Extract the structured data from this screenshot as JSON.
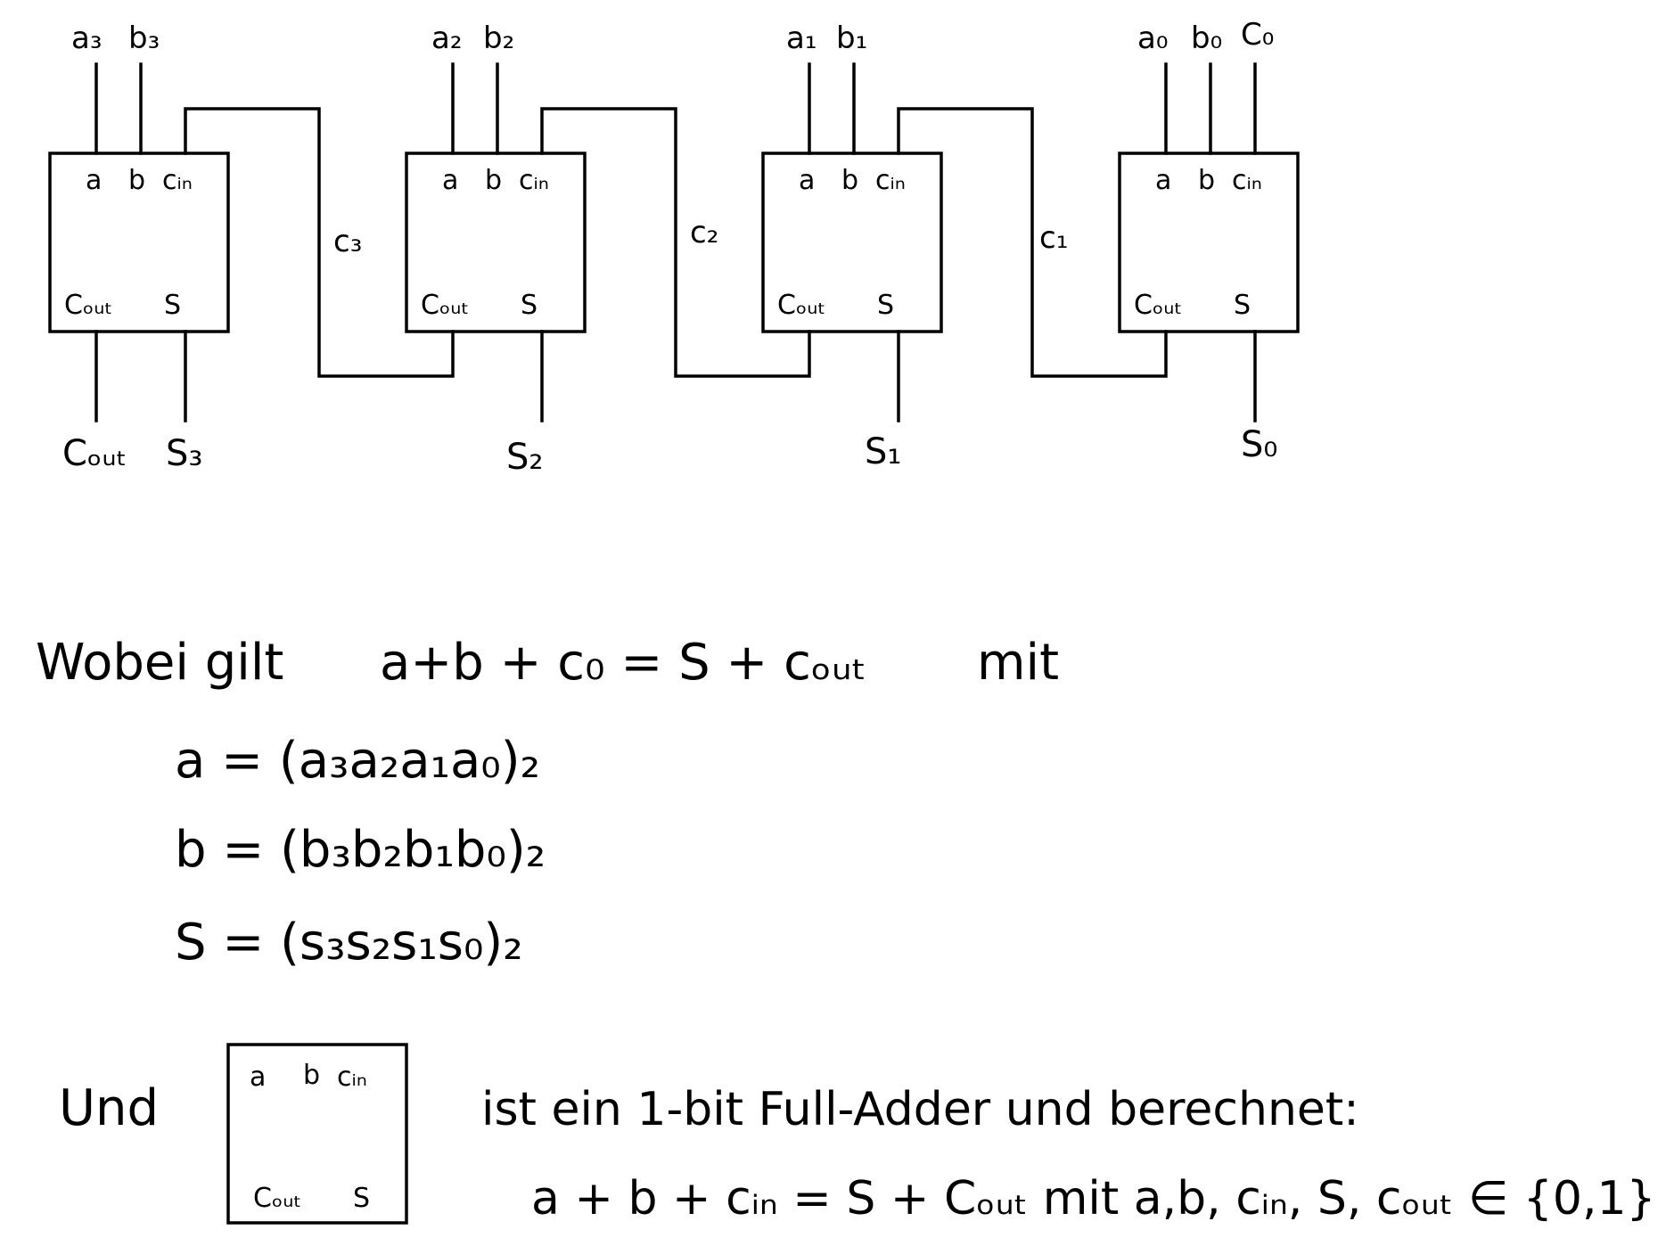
{
  "adders": [
    {
      "name": "bit3",
      "in_a": "a₃",
      "in_b": "b₃",
      "in_c": "",
      "port_a": "a",
      "port_b": "b",
      "port_cin": "cᵢₙ",
      "port_cout": "Cₒᵤₜ",
      "port_s": "S",
      "out_s": "S₃",
      "out_c": "Cₒᵤₜ"
    },
    {
      "name": "bit2",
      "in_a": "a₂",
      "in_b": "b₂",
      "in_c": "",
      "port_a": "a",
      "port_b": "b",
      "port_cin": "cᵢₙ",
      "port_cout": "Cₒᵤₜ",
      "port_s": "S",
      "out_s": "S₂",
      "out_c": ""
    },
    {
      "name": "bit1",
      "in_a": "a₁",
      "in_b": "b₁",
      "in_c": "",
      "port_a": "a",
      "port_b": "b",
      "port_cin": "cᵢₙ",
      "port_cout": "Cₒᵤₜ",
      "port_s": "S",
      "out_s": "S₁",
      "out_c": ""
    },
    {
      "name": "bit0",
      "in_a": "a₀",
      "in_b": "b₀",
      "in_c": "C₀",
      "port_a": "a",
      "port_b": "b",
      "port_cin": "cᵢₙ",
      "port_cout": "Cₒᵤₜ",
      "port_s": "S",
      "out_s": "S₀",
      "out_c": ""
    }
  ],
  "carries": [
    "c₃",
    "c₂",
    "c₁"
  ],
  "equations": {
    "intro": "Wobei gilt",
    "main": "a+b + c₀ = S + cₒᵤₜ",
    "mit": "mit",
    "a_def": "a = (a₃a₂a₁a₀)₂",
    "b_def": "b = (b₃b₂b₁b₀)₂",
    "s_def": "S = (s₃s₂s₁s₀)₂"
  },
  "legend": {
    "und": "Und",
    "port_a": "a",
    "port_b": "b",
    "port_cin": "cᵢₙ",
    "port_cout": "Cₒᵤₜ",
    "port_s": "S",
    "desc": "ist ein 1-bit Full-Adder und berechnet:",
    "formula": "a + b + cᵢₙ = S + Cₒᵤₜ mit a,b, cᵢₙ, S, cₒᵤₜ ∈ {0,1}"
  }
}
